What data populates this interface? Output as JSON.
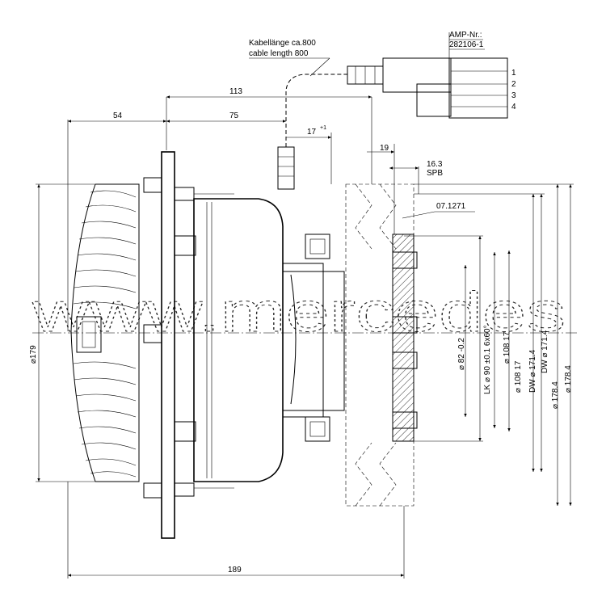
{
  "cable_note": {
    "line1": "Kabellänge ca.800",
    "line2": "cable length 800"
  },
  "connector": {
    "label": "AMP-Nr.:",
    "part": "282106-1",
    "pins": [
      "1",
      "2",
      "3",
      "4"
    ]
  },
  "dimensions": {
    "d113": "113",
    "d54": "54",
    "d75": "75",
    "d17": "17",
    "d17_tol": "+1",
    "d19": "19",
    "d16_3": "16.3",
    "spb": "SPB",
    "part_ref": "07.1271",
    "d179": "⌀179",
    "d189": "189"
  },
  "vertical_dims": [
    {
      "text": "⌀ 82 -0.2"
    },
    {
      "text": "LK ⌀ 90 ±0.1  6x60°"
    },
    {
      "text": "⌀ 108 17"
    },
    {
      "text": "⌀ 108 17"
    },
    {
      "text": "DW ⌀ 171.4"
    },
    {
      "text": "DW ⌀ 171.4"
    },
    {
      "text": "⌀ 178.4"
    },
    {
      "text": "⌀ 178.4"
    }
  ],
  "watermark": "www.mercedes"
}
